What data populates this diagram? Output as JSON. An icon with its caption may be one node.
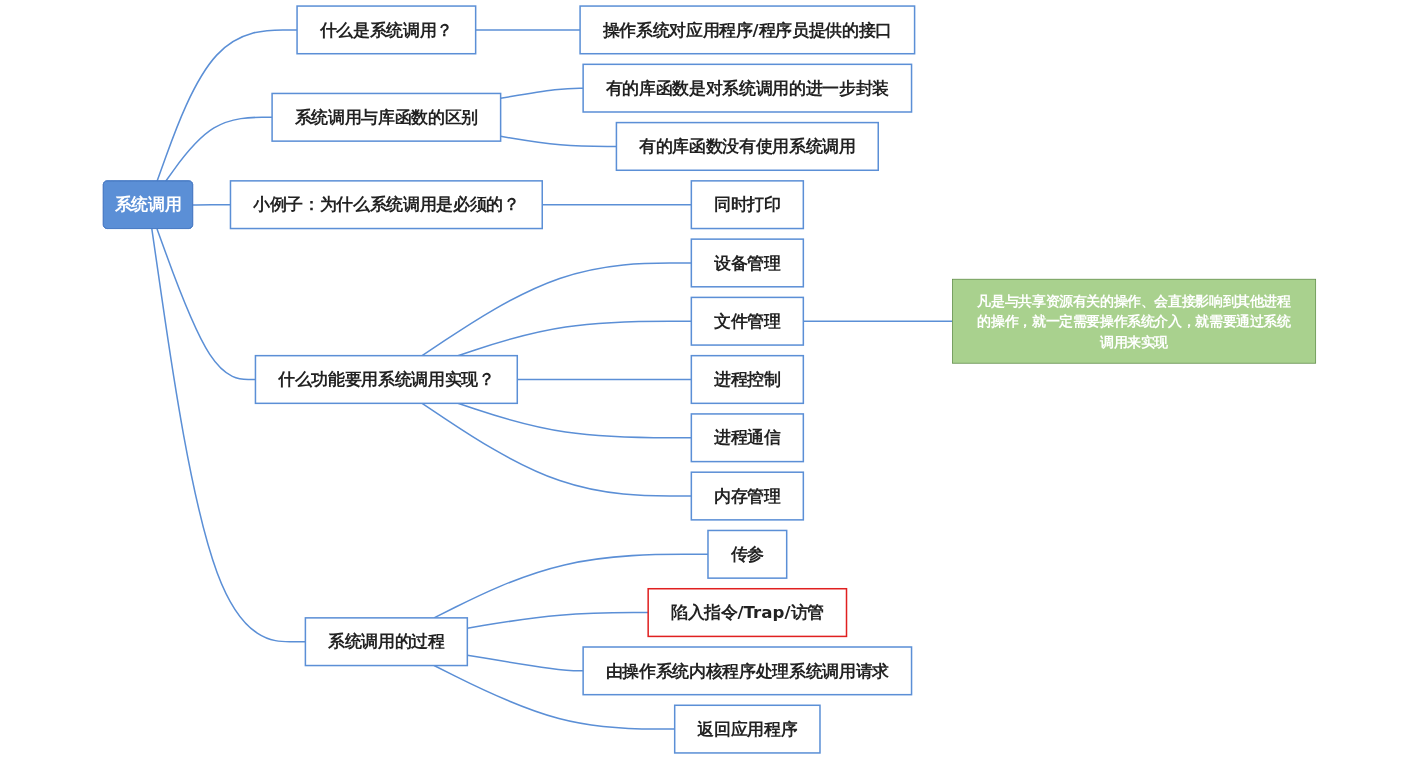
{
  "diagram": {
    "nodes": [
      {
        "text": [
          "系统调用"
        ]
      },
      {
        "text": [
          "什么是系统调用？"
        ]
      },
      {
        "text": [
          "操作系统对应用程序/程序员提供的接口"
        ]
      },
      {
        "text": [
          "系统调用与库函数的区别"
        ]
      },
      {
        "text": [
          "有的库函数是对系统调用的进一步封装"
        ]
      },
      {
        "text": [
          "有的库函数没有使用系统调用"
        ]
      },
      {
        "text": [
          "小例子：为什么系统调用是必须的？"
        ]
      },
      {
        "text": [
          "同时打印"
        ]
      },
      {
        "text": [
          "什么功能要用系统调用实现？"
        ]
      },
      {
        "text": [
          "设备管理"
        ]
      },
      {
        "text": [
          "文件管理"
        ]
      },
      {
        "text": [
          "进程控制"
        ]
      },
      {
        "text": [
          "进程通信"
        ]
      },
      {
        "text": [
          "内存管理"
        ]
      },
      {
        "text": [
          "凡是与共享资源有关的操作、会直接影响到其他进程的操作，就一定需要操作系统介入，就需要通过系统调用来实现"
        ]
      },
      {
        "text": [
          "系统调用的过程"
        ]
      },
      {
        "text": [
          "传参"
        ]
      },
      {
        "text": [
          "陷入指令/Trap/访管"
        ]
      },
      {
        "text": [
          "由操作系统内核程序处理系统调用请求"
        ]
      },
      {
        "text": [
          "返回应用程序"
        ]
      }
    ],
    "edges": [
      {
        "from": 0,
        "to": 1,
        "arrow": "none"
      },
      {
        "from": 1,
        "to": 2,
        "arrow": "none"
      },
      {
        "from": 0,
        "to": 3,
        "arrow": "none"
      },
      {
        "from": 3,
        "to": 4,
        "arrow": "none"
      },
      {
        "from": 3,
        "to": 5,
        "arrow": "none"
      },
      {
        "from": 0,
        "to": 6,
        "arrow": "none"
      },
      {
        "from": 6,
        "to": 7,
        "arrow": "none"
      },
      {
        "from": 0,
        "to": 8,
        "arrow": "none"
      },
      {
        "from": 8,
        "to": 9,
        "arrow": "none"
      },
      {
        "from": 8,
        "to": 10,
        "arrow": "none"
      },
      {
        "from": 8,
        "to": 11,
        "arrow": "none"
      },
      {
        "from": 8,
        "to": 12,
        "arrow": "none"
      },
      {
        "from": 8,
        "to": 13,
        "arrow": "none"
      },
      {
        "from": 10,
        "to": 14,
        "arrow": "none"
      },
      {
        "from": 0,
        "to": 15,
        "arrow": "none"
      },
      {
        "from": 15,
        "to": 16,
        "arrow": "none"
      },
      {
        "from": 15,
        "to": 17,
        "arrow": "none"
      },
      {
        "from": 15,
        "to": 18,
        "arrow": "none"
      },
      {
        "from": 15,
        "to": 19,
        "arrow": "none"
      }
    ]
  }
}
